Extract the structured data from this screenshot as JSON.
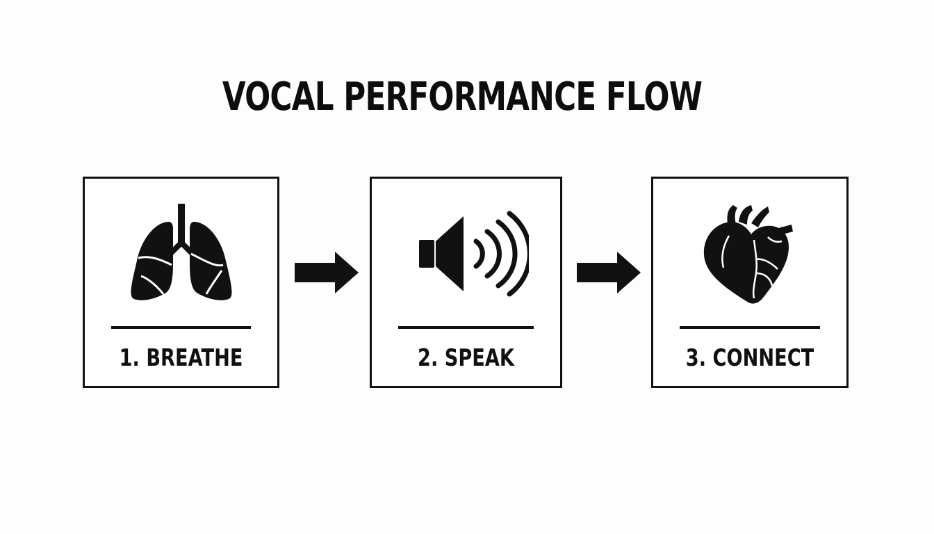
{
  "title": "VOCAL PERFORMANCE FLOW",
  "steps": [
    {
      "label": "1. BREATHE",
      "icon": "lungs-icon"
    },
    {
      "label": "2. SPEAK",
      "icon": "speaker-sound-icon"
    },
    {
      "label": "3. CONNECT",
      "icon": "heart-icon"
    }
  ],
  "colors": {
    "background": "#fdfdfd",
    "ink": "#111111"
  }
}
